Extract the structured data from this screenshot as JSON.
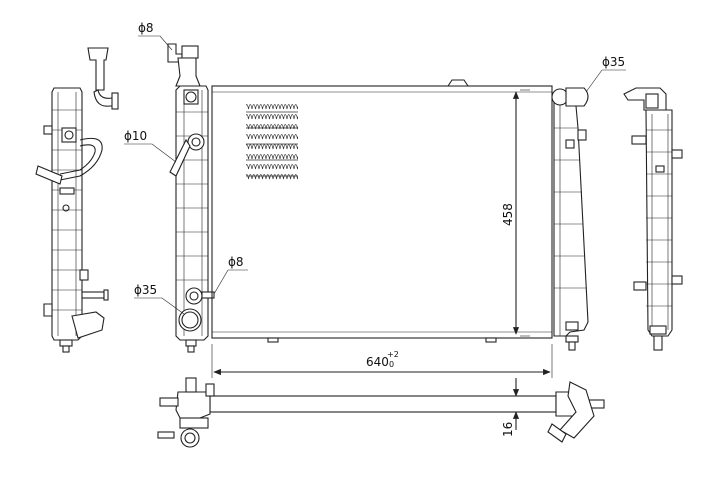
{
  "drawing": {
    "callouts": {
      "top_inlet_dia": "ϕ8",
      "pipe_dia": "ϕ10",
      "lower_fitting_dia": "ϕ8",
      "lower_outlet_dia": "ϕ35",
      "upper_outlet_dia": "ϕ35"
    },
    "dimensions": {
      "core_height": "458",
      "core_width": "640",
      "core_width_tolerance_upper": "+2",
      "core_width_tolerance_lower": "0",
      "core_depth": "16"
    }
  }
}
